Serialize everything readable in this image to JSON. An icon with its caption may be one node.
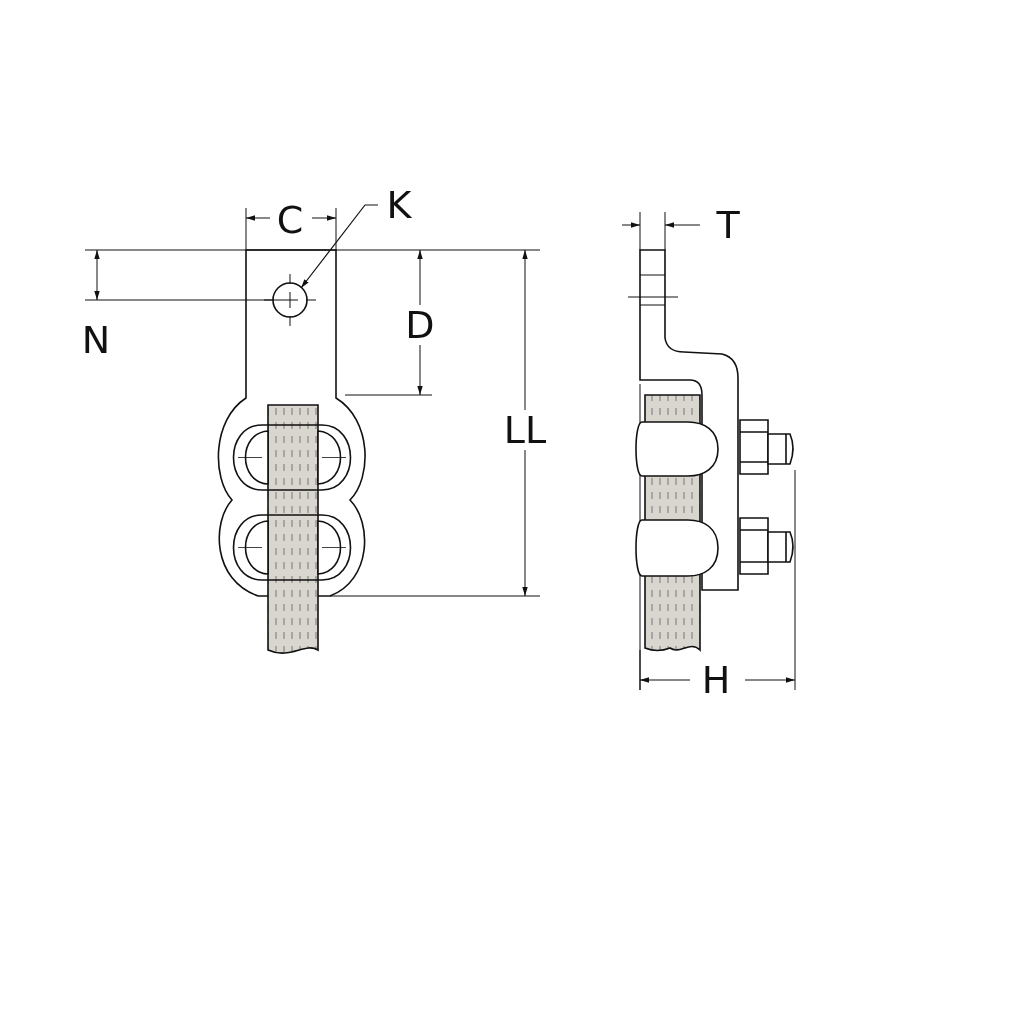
{
  "diagram": {
    "nodes": [
      {
        "text": [
          "K"
        ]
      },
      {
        "text": [],
        "shape": "circle"
      }
    ],
    "edges": [
      {
        "from": 0,
        "to": 1,
        "arrow": "to"
      }
    ],
    "labels": [
      "C",
      "N",
      "D",
      "LL",
      "T",
      "H"
    ]
  }
}
